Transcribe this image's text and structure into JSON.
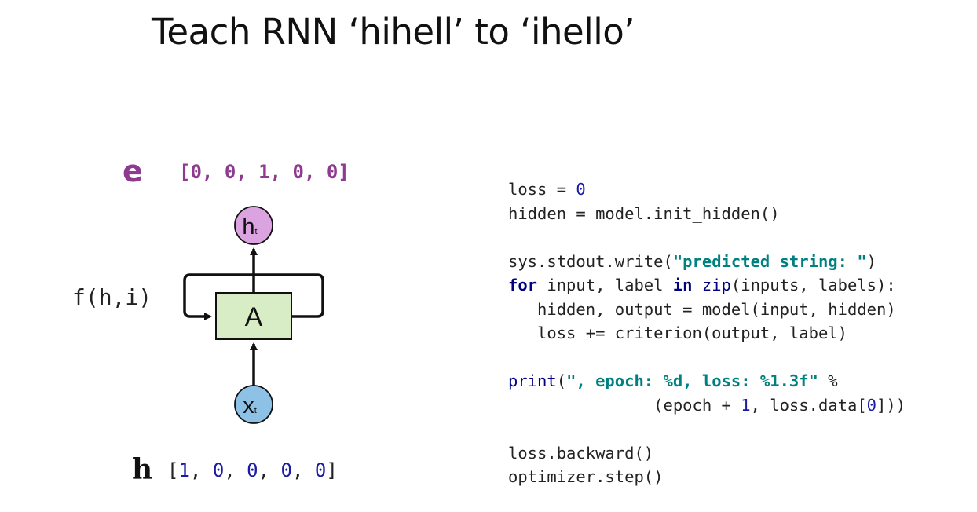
{
  "title": "Teach RNN ‘hihell’ to ‘ihello’",
  "output": {
    "letter": "e",
    "vector": [
      "0",
      "0",
      "1",
      "0",
      "0"
    ]
  },
  "input": {
    "letter": "h",
    "vector": [
      "1",
      "0",
      "0",
      "0",
      "0"
    ]
  },
  "diagram": {
    "function_label": "f(h,i)",
    "cell_label": "A",
    "hidden_node": "h",
    "hidden_sub": "t",
    "input_node": "x",
    "input_sub": "t"
  },
  "colors": {
    "output_purple": "#8e3a8e",
    "node_h_fill": "#dba3e0",
    "node_x_fill": "#8ec1e6",
    "cell_fill": "#d8ecc6",
    "keyword_blue": "#000080",
    "string_teal": "#008080"
  },
  "code": {
    "l1_a": "loss = ",
    "l1_num": "0",
    "l2": "hidden = model.init_hidden()",
    "l4_a": "sys.stdout.write(",
    "l4_str": "\"predicted string: \"",
    "l4_b": ")",
    "l5_for": "for",
    "l5_a": " input, label ",
    "l5_in": "in",
    "l5_zip": "zip",
    "l5_b": "(inputs, labels):",
    "l6": "   hidden, output = model(input, hidden)",
    "l7": "   loss += criterion(output, label)",
    "l9_print": "print",
    "l9_a": "(",
    "l9_str": "\", epoch: %d, loss: %1.3f\"",
    "l9_b": " %",
    "l10_a": "               (epoch + ",
    "l10_num1": "1",
    "l10_b": ", loss.data[",
    "l10_num2": "0",
    "l10_c": "]))",
    "l12": "loss.backward()",
    "l13": "optimizer.step()"
  }
}
